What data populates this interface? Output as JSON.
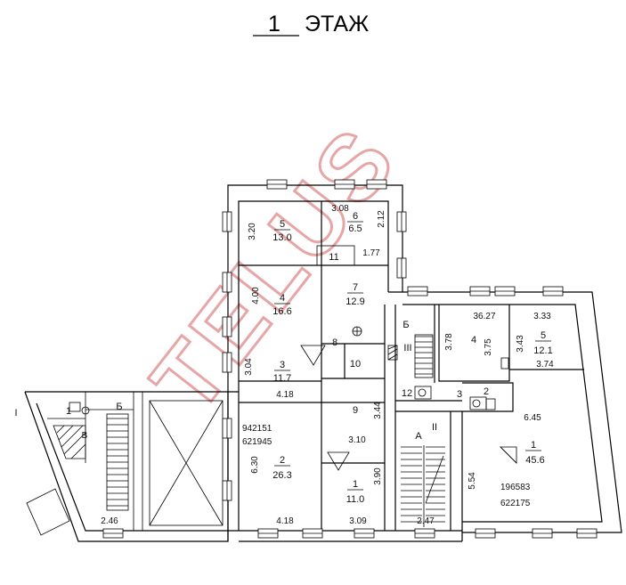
{
  "title": {
    "number": "1",
    "suffix": "ЭТАЖ"
  },
  "watermark": "TELUS",
  "rooms": {
    "r5": {
      "num": "5",
      "area": "13.0"
    },
    "r6": {
      "num": "6",
      "area": "6.5"
    },
    "r11": {
      "num": "11"
    },
    "r4": {
      "num": "4",
      "area": "16.6"
    },
    "r7": {
      "num": "7",
      "area": "12.9"
    },
    "r8": {
      "num": "8"
    },
    "r10": {
      "num": "10"
    },
    "r3": {
      "num": "3",
      "area": "11.7"
    },
    "r9": {
      "num": "9"
    },
    "r12": {
      "num": "12"
    },
    "r2": {
      "num": "2",
      "area": "26.3"
    },
    "r1c": {
      "num": "1",
      "area": "11.0"
    },
    "rE4": {
      "num": "4"
    },
    "rE5": {
      "num": "5",
      "area": "12.1"
    },
    "rE3": {
      "num": "3"
    },
    "rE2": {
      "num": "2"
    },
    "rE1": {
      "num": "1",
      "area": "45.6"
    },
    "rW1": {
      "num": "1"
    },
    "rWB": {
      "num": "B"
    }
  },
  "dims": {
    "d320": "3.20",
    "d308": "3.08",
    "d212": "2.12",
    "d177": "1.77",
    "d400": "4.00",
    "d304": "3.04",
    "d418a": "4.18",
    "d344": "3.44",
    "d310": "3.10",
    "d630": "6.30",
    "d390": "3.90",
    "d418b": "4.18",
    "d309": "3.09",
    "d247": "2.47",
    "d246": "2.46",
    "d3627": "36.27",
    "d333": "3.33",
    "d378": "3.78",
    "d343": "3.43",
    "d375": "3.75",
    "d374": "3.74",
    "d645": "6.45",
    "d554": "5.54"
  },
  "codes": {
    "left_a": "942151",
    "left_b": "621945",
    "right_a": "196583",
    "right_b": "622175"
  },
  "markers": {
    "stairB1": "Б",
    "stairB2": "Б",
    "stairA": "А",
    "roman1": "I",
    "roman2": "II",
    "roman3": "III"
  }
}
